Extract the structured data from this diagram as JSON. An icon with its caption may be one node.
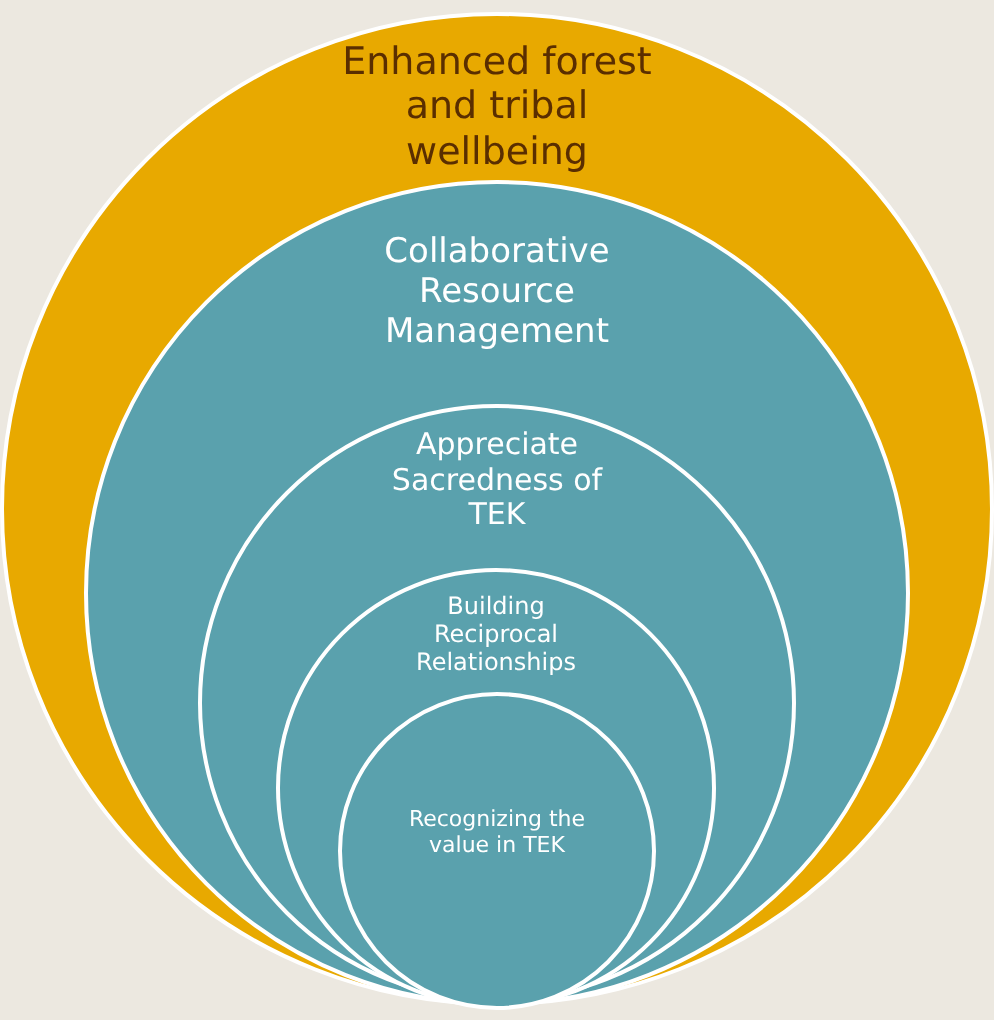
{
  "diagram": {
    "nodes": [
      {
        "text": [
          "Enhanced forest and tribal wellbeing"
        ]
      },
      {
        "text": [
          "Collaborative Resource Management"
        ],
        "in": 0
      },
      {
        "text": [
          "Appreciate Sacredness of TEK"
        ],
        "in": 1
      },
      {
        "text": [
          "Building Reciprocal Relationships"
        ],
        "in": 2
      },
      {
        "text": [
          "Recognizing the value in TEK"
        ],
        "in": 3
      }
    ]
  }
}
